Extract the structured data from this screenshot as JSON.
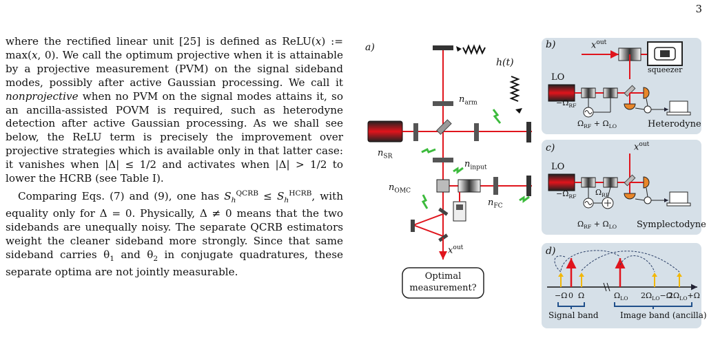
{
  "page_number": "3",
  "body": {
    "para1": "where the rectified linear unit [25] is defined as ReLU(x) := max(x, 0). We call the optimum projective when it is attainable by a projective measurement (PVM) on the signal sideband modes, possibly after active Gaussian processing. We call it nonprojective when no PVM on the signal modes attains it, so an ancilla-assisted POVM is required, such as heterodyne detection after active Gaussian processing. As we shall see below, the ReLU term is precisely the improvement over projective strategies which is available only in that latter case: it vanishes when |Δ| ≤ 1/2 and activates when |Δ| > 1/2 to lower the HCRB (see Table I).",
    "para2": "Comparing Eqs. (7) and (9), one has S_h^QCRB ≤ S_h^HCRB, with equality only for Δ = 0. Physically, Δ ≠ 0 means that the two sidebands are unequally noisy. The separate QCRB estimators weight the cleaner sideband more strongly. Since that same sideband carries θ1 and θ2 in conjugate quadratures, these separate optima are not jointly measurable."
  },
  "figure": {
    "panel_a": {
      "label": "a)",
      "strain": "h(t)",
      "n_arm": "n_arm",
      "n_SR": "n_SR",
      "n_input": "n_input",
      "n_OMC": "n_OMC",
      "n_FC": "n_FC",
      "x_out": "x^out",
      "box_line1": "Optimal",
      "box_line2": "measurement?"
    },
    "panel_b": {
      "label": "b)",
      "x_out": "x^out",
      "LO": "LO",
      "minus_rf": "−Ω_RF",
      "sum": "Ω_RF + Ω_LO",
      "squeezer": "squeezer",
      "title": "Heterodyne"
    },
    "panel_c": {
      "label": "c)",
      "x_out": "x^out",
      "LO": "LO",
      "minus_rf": "−Ω_RF",
      "rf": "Ω_RF",
      "sum": "Ω_RF + Ω_LO",
      "title": "Symplectodyne"
    },
    "panel_d": {
      "label": "d)",
      "ticks": [
        "−Ω",
        "0",
        "Ω",
        "Ω_LO",
        "2Ω_LO−Ω",
        "2Ω_LO+Ω"
      ],
      "signal_band": "Signal band",
      "image_band": "Image band (ancilla)"
    }
  },
  "colors": {
    "panel_bg": "#d6e0e8",
    "beam_red": "#e0141c",
    "loss_green": "#3dbb3d",
    "sideband_yellow": "#f2b705",
    "detector_orange": "#e8872b"
  }
}
